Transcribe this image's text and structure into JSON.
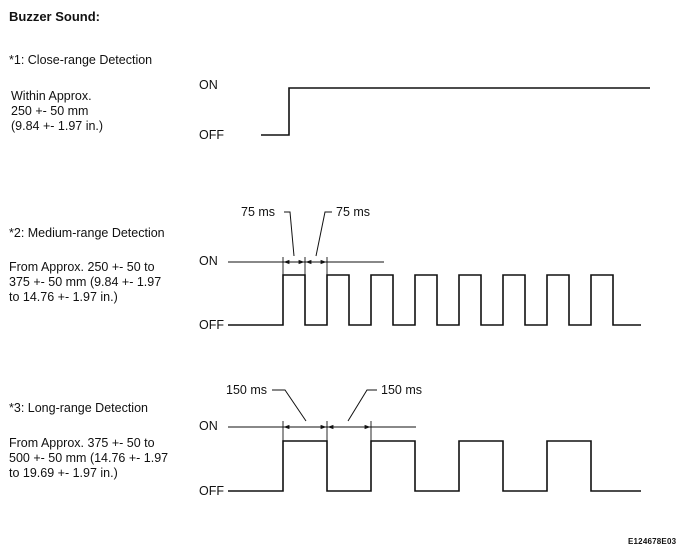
{
  "title": "Buzzer Sound:",
  "sections": [
    {
      "heading": "*1: Close-range Detection",
      "description": "Within Approx.\n250 +- 50 mm\n(9.84 +- 1.97 in.)",
      "on_label": "ON",
      "off_label": "OFF",
      "pattern": "continuous"
    },
    {
      "heading": "*2: Medium-range Detection",
      "description": "From Approx. 250 +- 50 to\n375 +- 50 mm (9.84 +- 1.97\nto 14.76 +- 1.97 in.)",
      "on_label": "ON",
      "off_label": "OFF",
      "pattern": "intermittent",
      "on_time_label": "75 ms",
      "off_time_label": "75 ms",
      "on_time_ms": 75,
      "off_time_ms": 75
    },
    {
      "heading": "*3: Long-range Detection",
      "description": "From Approx. 375 +- 50 to\n500 +- 50 mm (14.76 +- 1.97\nto 19.69 +- 1.97 in.)",
      "on_label": "ON",
      "off_label": "OFF",
      "pattern": "intermittent",
      "on_time_label": "150 ms",
      "off_time_label": "150 ms",
      "on_time_ms": 150,
      "off_time_ms": 150
    }
  ],
  "figure_code": "E124678E03"
}
